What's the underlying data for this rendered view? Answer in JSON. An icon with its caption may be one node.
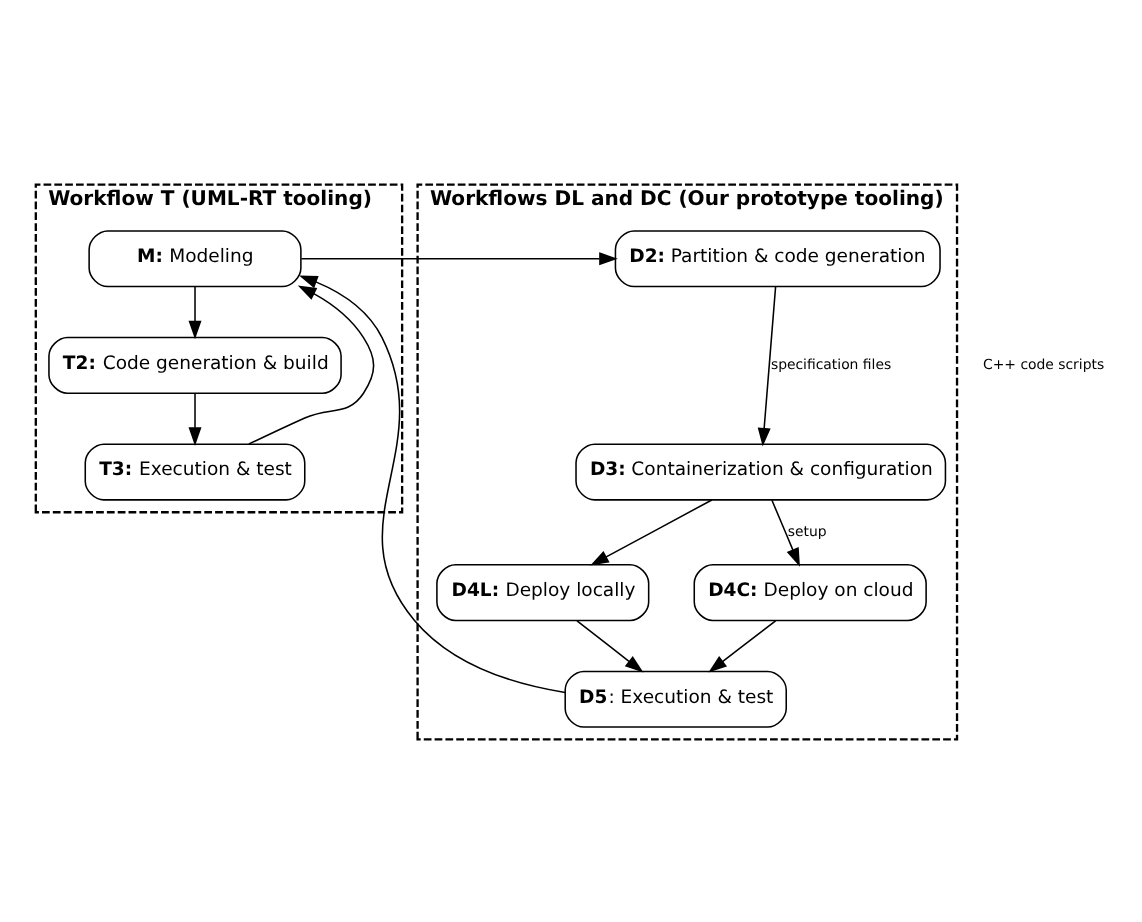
{
  "diagram": {
    "nodes": [
      {
        "text": [
          "Workflow T (UML-RT tooling)"
        ]
      },
      {
        "text": [
          "**M:** Modeling"
        ],
        "in": 0
      },
      {
        "text": [
          "**T2:** Code generation & build"
        ],
        "in": 0
      },
      {
        "text": [
          "**T3:** Execution & test"
        ],
        "in": 0
      },
      {
        "text": [
          "Workflows DL and DC (Our prototype tooling)"
        ]
      },
      {
        "text": [
          "**D2:** Partition & code generation"
        ],
        "in": 4
      },
      {
        "text": [
          "**D3:** Containerization & configuration"
        ],
        "in": 4
      },
      {
        "text": [
          "**D4L:** Deploy locally"
        ],
        "in": 4
      },
      {
        "text": [
          "**D4C:** Deploy on cloud"
        ],
        "in": 4
      },
      {
        "text": [
          "**D5**: Execution & test"
        ],
        "in": 4
      }
    ],
    "edges": [
      {
        "from": 1,
        "to": 2,
        "arrow": "to"
      },
      {
        "from": 2,
        "to": 3,
        "arrow": "to"
      },
      {
        "from": 3,
        "to": 1,
        "arrow": "to"
      },
      {
        "from": 1,
        "to": 5,
        "arrow": "to"
      },
      {
        "from": 5,
        "to": 6,
        "arrow": "to",
        "label": "specification files"
      },
      {
        "from": 6,
        "to": 7,
        "arrow": "to"
      },
      {
        "from": 6,
        "to": 8,
        "arrow": "to",
        "label": "setup"
      },
      {
        "from": 7,
        "to": 9,
        "arrow": "to"
      },
      {
        "from": 8,
        "to": 9,
        "arrow": "to"
      },
      {
        "from": 9,
        "to": 1,
        "arrow": "to"
      }
    ],
    "labels": [
      "C++ code scripts"
    ]
  }
}
